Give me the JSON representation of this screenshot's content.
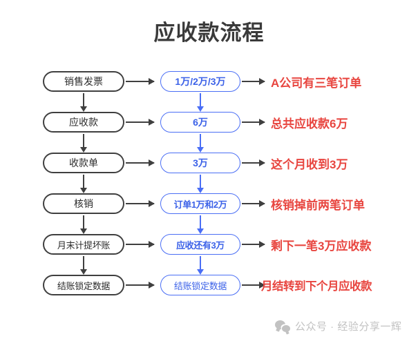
{
  "title": "应收款流程",
  "colors": {
    "node_left_border": "#3f3f3f",
    "node_left_text": "#2b2b2b",
    "node_mid_border": "#4a6ef5",
    "node_mid_text": "#3c62e8",
    "annotation_red": "#e8453f",
    "arrow_dark": "#3f3f3f",
    "arrow_blue": "#4a6ef5",
    "footer_gray": "#c2c2c2",
    "background": "#ffffff"
  },
  "rows": [
    {
      "step": "销售发票",
      "value": "1万/2万/3万",
      "note": "A公司有三笔订单"
    },
    {
      "step": "应收款",
      "value": "6万",
      "note": "总共应收款6万"
    },
    {
      "step": "收款单",
      "value": "3万",
      "note": "这个月收到3万"
    },
    {
      "step": "核销",
      "value": "订单1万和2万",
      "note": "核销掉前两笔订单"
    },
    {
      "step": "月末计提坏账",
      "value": "应收还有3万",
      "note": "剩下一笔3万应收款"
    },
    {
      "step": "结账锁定数据",
      "value": "结账锁定数据",
      "note": "月结转到下个月应收款"
    }
  ],
  "footer": {
    "icon": "wechat-icon",
    "text": "公众号 · 经验分享一辉"
  }
}
